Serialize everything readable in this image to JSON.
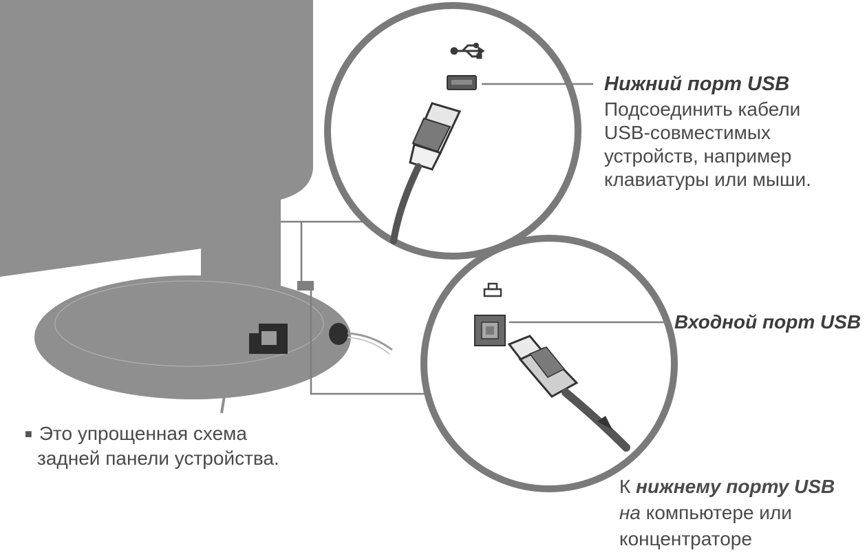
{
  "downstream": {
    "title": "Нижний порт USB",
    "lines": [
      "Подсоединить кабели",
      "USB-совместимых",
      "устройств, например",
      "клавиатуры или мыши."
    ]
  },
  "upstream": {
    "title": "Входной порт USB"
  },
  "note": {
    "bullet": "■",
    "lines": [
      "Это упрощенная схема",
      "задней панели устройства."
    ]
  },
  "pc_connection": {
    "prefix": "К",
    "bold_part": "нижнему порту USB",
    "italic_part": "на",
    "rest_line2": "компьютере или",
    "line3": "концентраторе"
  },
  "colors": {
    "monitor": "#8f8f8f",
    "stand_base": "#8f8f8f",
    "circle_stroke": "#7a7a7a",
    "line": "#7f7f7f",
    "text": "#4a4a4a"
  },
  "icons": {
    "downstream_symbol": "usb-trident-icon",
    "upstream_symbol": "usb-upstream-icon"
  }
}
